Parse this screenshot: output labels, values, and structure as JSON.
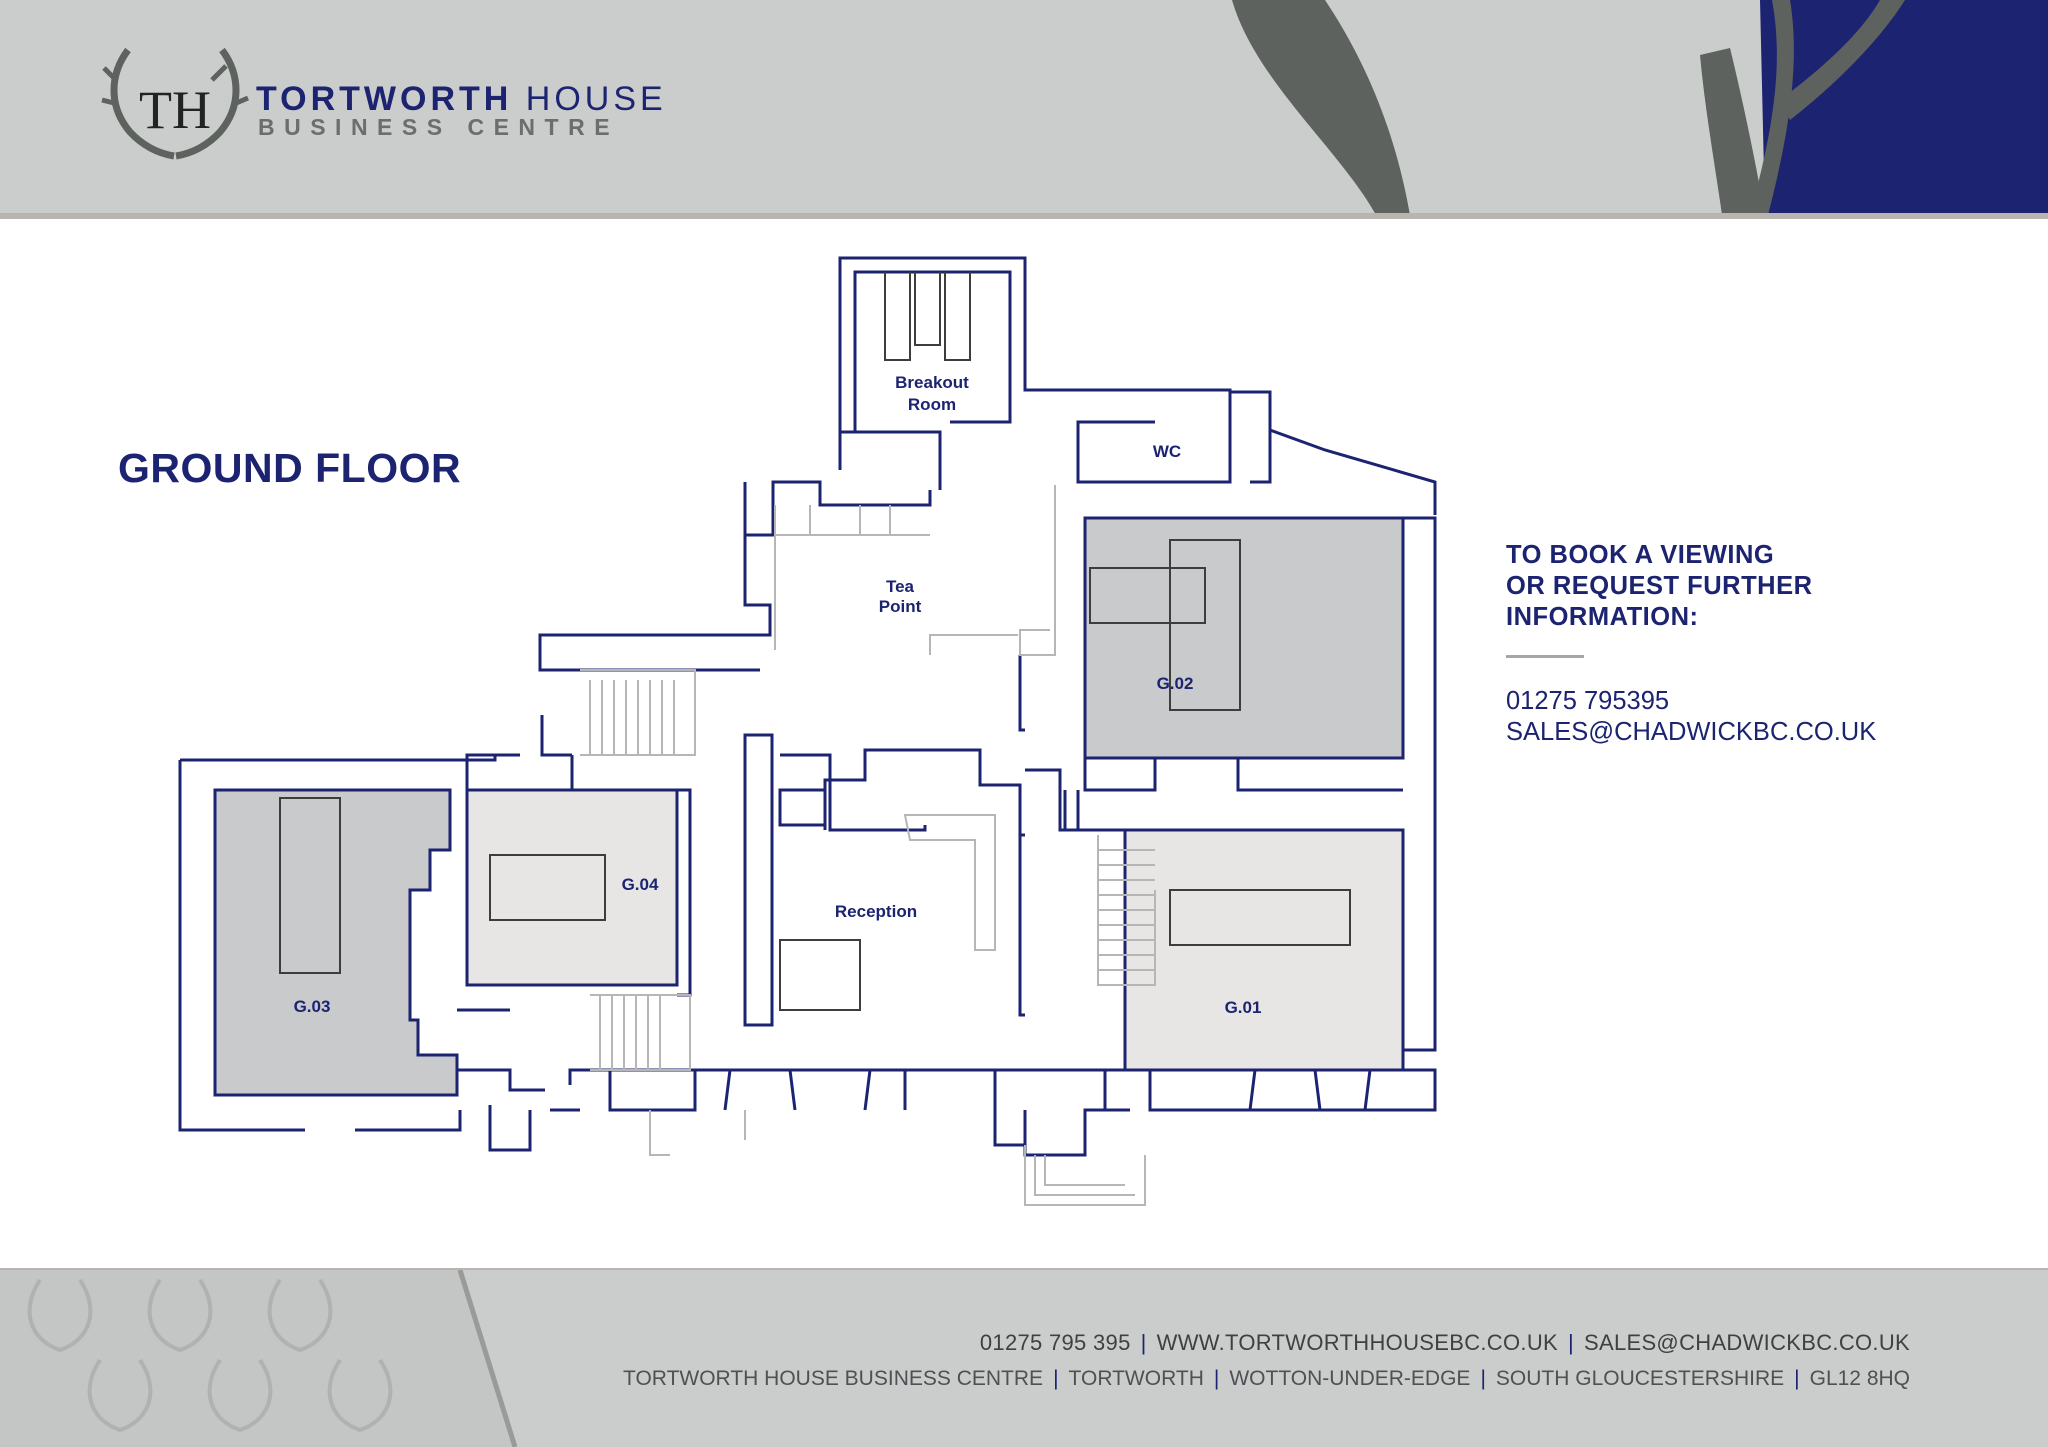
{
  "brand": {
    "monogram": "TH",
    "name_bold": "TORTWORTH",
    "name_light": "HOUSE",
    "subtitle": "BUSINESS CENTRE"
  },
  "floor_title": "GROUND FLOOR",
  "contact": {
    "heading_lines": [
      "TO BOOK A VIEWING",
      "OR REQUEST FURTHER",
      "INFORMATION:"
    ],
    "phone": "01275 795395",
    "email": "SALES@CHADWICKBC.CO.UK"
  },
  "rooms": {
    "breakout": [
      "Breakout",
      "Room"
    ],
    "wc": "WC",
    "tea": [
      "Tea",
      "Point"
    ],
    "g02": "G.02",
    "g04": "G.04",
    "g03": "G.03",
    "reception": "Reception",
    "g01": "G.01"
  },
  "footer": {
    "line1": [
      "01275 795 395",
      "WWW.TORTWORTHHOUSEBC.CO.UK",
      "SALES@CHADWICKBC.CO.UK"
    ],
    "line2": [
      "TORTWORTH HOUSE BUSINESS CENTRE",
      "TORTWORTH",
      "WOTTON-UNDER-EDGE",
      "SOUTH GLOUCESTERSHIRE",
      "GL12 8HQ"
    ]
  },
  "colors": {
    "navy": "#1c2370",
    "header_grey": "#cbcdcc",
    "antler": "#5d625e",
    "room_dark": "#c8cacb",
    "room_light": "#e7e6e4"
  }
}
